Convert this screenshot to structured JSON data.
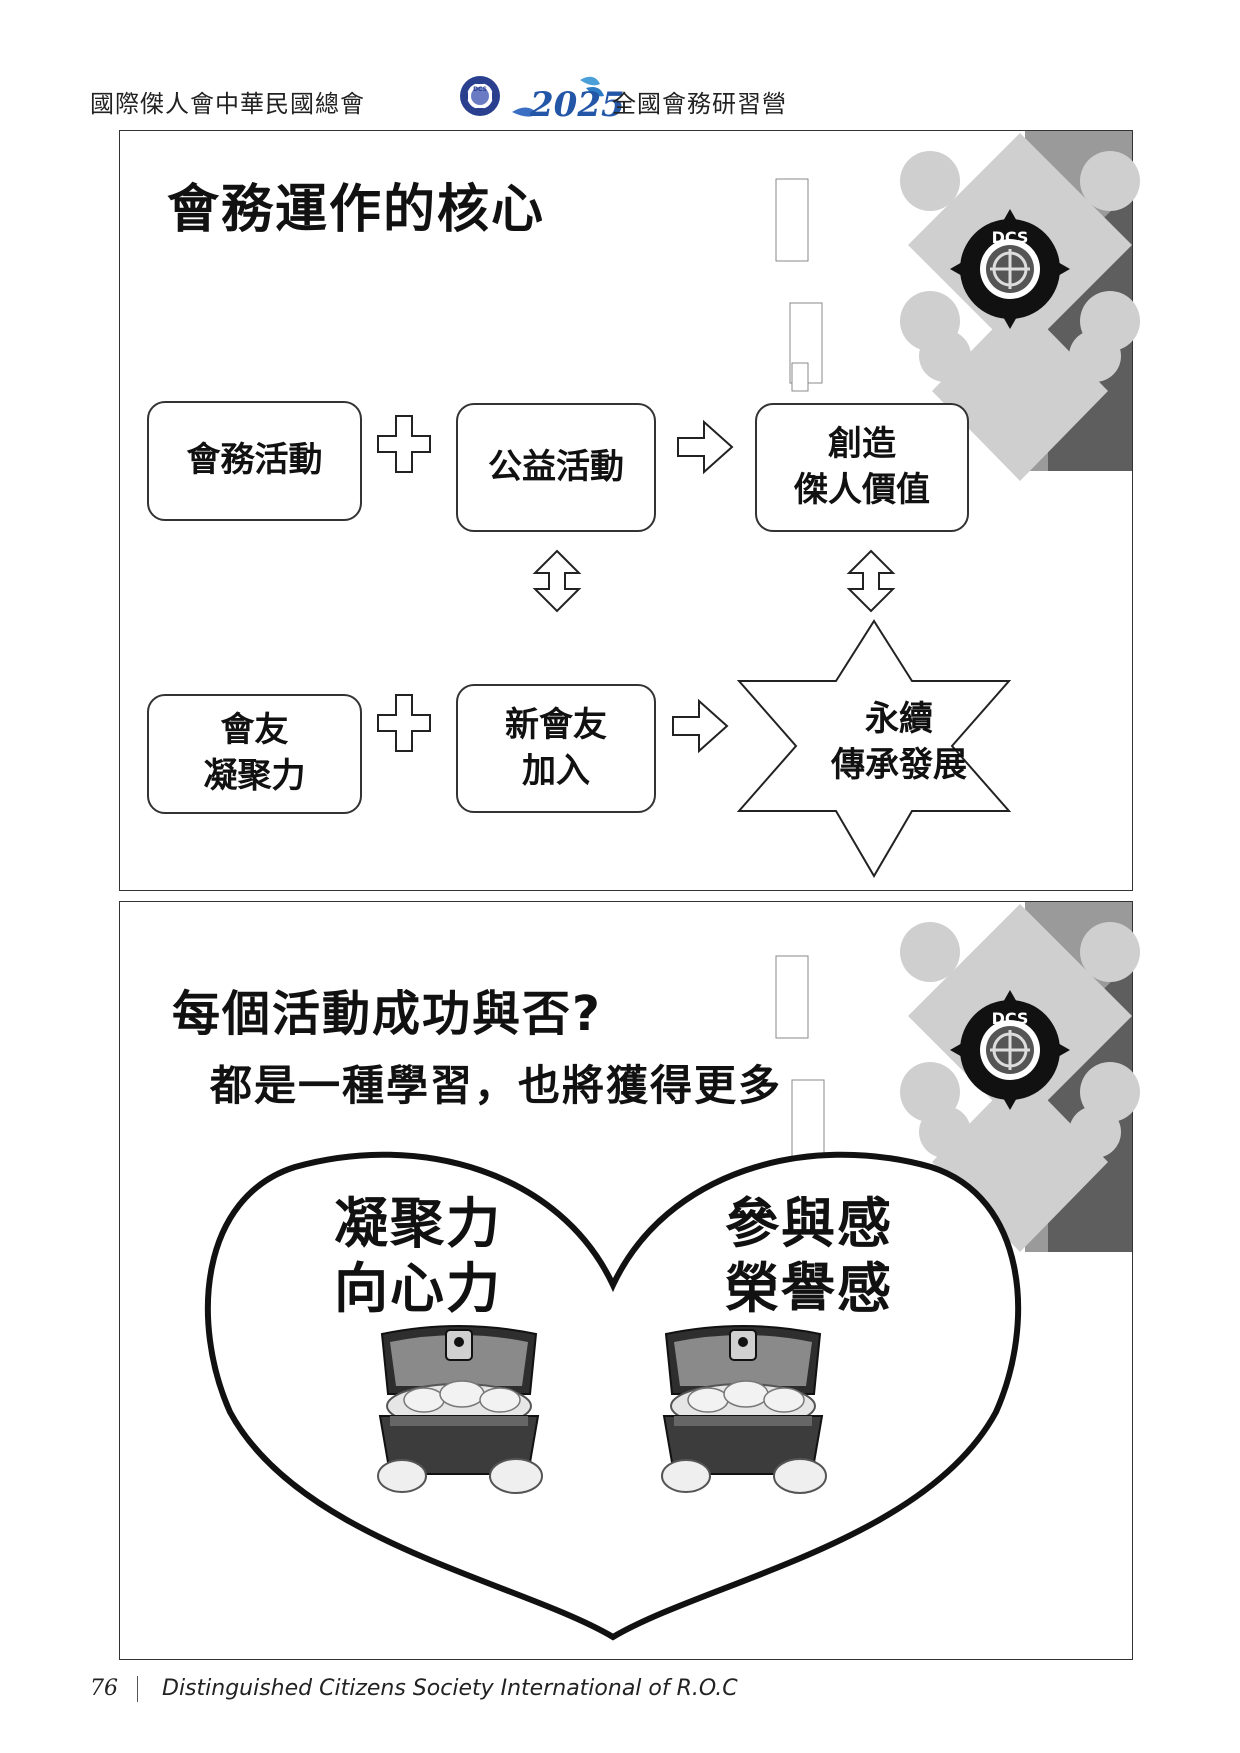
{
  "header": {
    "organization": "國際傑人會中華民國總會",
    "seal_text": "DCS",
    "year": "2025",
    "event": "全國會務研習營"
  },
  "slide1": {
    "title": "會務運作的核心",
    "logo_text": "DCS",
    "boxes": {
      "activities": "會務活動",
      "public_welfare": "公益活動",
      "create_value": [
        "創造",
        "傑人價值"
      ],
      "cohesion": [
        "會友",
        "凝聚力"
      ],
      "new_members": [
        "新會友",
        "加入"
      ],
      "sustain": [
        "永續",
        "傳承發展"
      ]
    }
  },
  "slide2": {
    "title": "每個活動成功與否?",
    "subtitle": "都是一種學習，也將獲得更多",
    "logo_text": "DCS",
    "heart_left": [
      "凝聚力",
      "向心力"
    ],
    "heart_right": [
      "參與感",
      "榮譽感"
    ]
  },
  "footer": {
    "page_number": "76",
    "society": "Distinguished Citizens Society International of R.O.C"
  }
}
